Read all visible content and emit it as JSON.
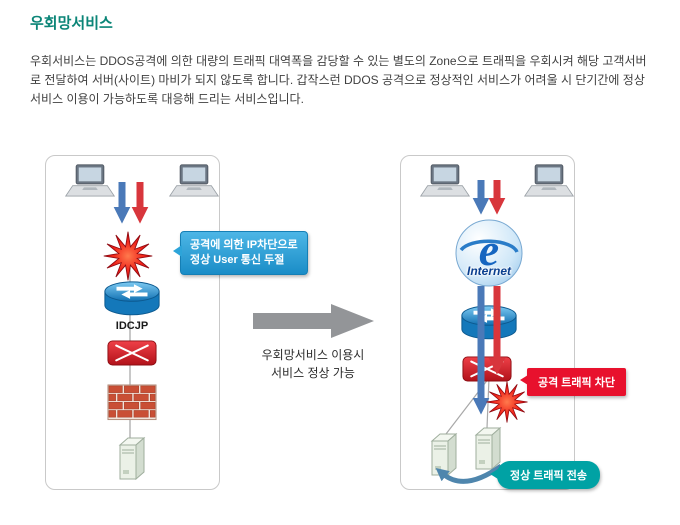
{
  "page": {
    "title": "우회망서비스",
    "description": "우회서비스는 DDOS공격에 의한 대량의 트래픽 대역폭을 감당할 수 있는 별도의 Zone으로 트래픽을 우회시켜 해당 고객서버로 전달하여 서버(사이트) 마비가 되지 않도록 합니다. 갑작스런 DDOS 공격으로 정상적인 서비스가 어려울 시 단기간에 정상 서비스 이용이 가능하도록 대응해 드리는 서비스입니다."
  },
  "before_panel": {
    "callout_line1": "공격에 의한 IP차단으로",
    "callout_line2": "정상 User 통신 두절",
    "router_label": "IDCJP"
  },
  "transition": {
    "caption_line1": "우회망서비스 이용시",
    "caption_line2": "서비스 정상 가능"
  },
  "after_panel": {
    "internet_letter": "e",
    "internet_label": "Internet",
    "callout_attack_block": "공격 트래픽 차단",
    "callout_normal_traffic": "정상 트래픽 전송"
  },
  "colors": {
    "title_teal": "#0b8577",
    "callout_blue": "#2da4d9",
    "callout_red": "#e8112d",
    "callout_teal": "#00a2a4",
    "arrow_blue": "#4a79b8",
    "arrow_red": "#d8363c",
    "transition_arrow_gray": "#939598"
  }
}
